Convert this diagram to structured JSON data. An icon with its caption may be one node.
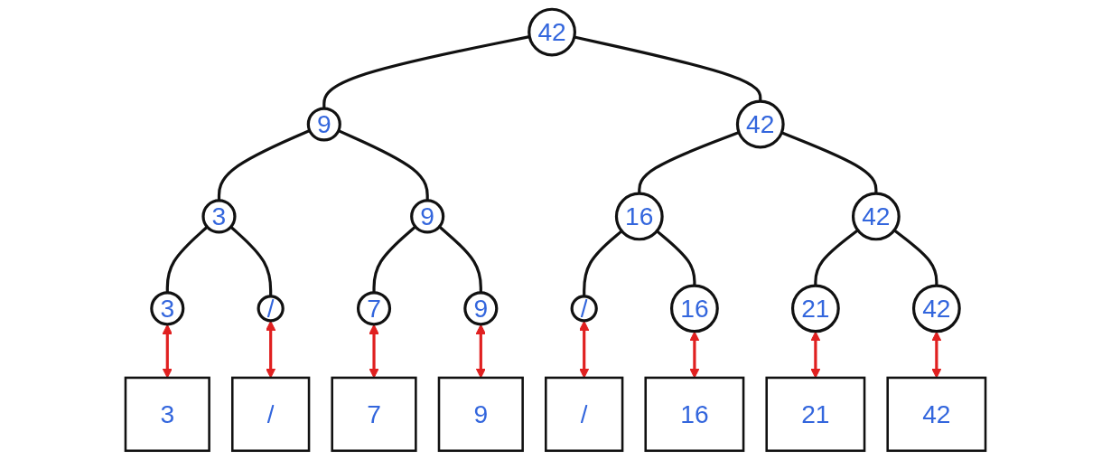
{
  "diagram": {
    "nodes": [
      {
        "text": [
          "42"
        ]
      },
      {
        "text": [
          "9"
        ]
      },
      {
        "text": [
          "42"
        ]
      },
      {
        "text": [
          "3"
        ]
      },
      {
        "text": [
          "9"
        ]
      },
      {
        "text": [
          "16"
        ]
      },
      {
        "text": [
          "42"
        ]
      },
      {
        "text": [
          "3"
        ]
      },
      {
        "text": [
          "/"
        ]
      },
      {
        "text": [
          "7"
        ]
      },
      {
        "text": [
          "9"
        ]
      },
      {
        "text": [
          "/"
        ]
      },
      {
        "text": [
          "16"
        ]
      },
      {
        "text": [
          "21"
        ]
      },
      {
        "text": [
          "42"
        ]
      },
      {
        "text": [
          "3"
        ]
      },
      {
        "text": [
          "/"
        ]
      },
      {
        "text": [
          "7"
        ]
      },
      {
        "text": [
          "9"
        ]
      },
      {
        "text": [
          "/"
        ]
      },
      {
        "text": [
          "16"
        ]
      },
      {
        "text": [
          "21"
        ]
      },
      {
        "text": [
          "42"
        ]
      }
    ],
    "edges": [
      {
        "from": 0,
        "to": 1,
        "arrow": "none"
      },
      {
        "from": 0,
        "to": 2,
        "arrow": "none"
      },
      {
        "from": 1,
        "to": 3,
        "arrow": "none"
      },
      {
        "from": 1,
        "to": 4,
        "arrow": "none"
      },
      {
        "from": 2,
        "to": 5,
        "arrow": "none"
      },
      {
        "from": 2,
        "to": 6,
        "arrow": "none"
      },
      {
        "from": 3,
        "to": 7,
        "arrow": "none"
      },
      {
        "from": 3,
        "to": 8,
        "arrow": "none"
      },
      {
        "from": 4,
        "to": 9,
        "arrow": "none"
      },
      {
        "from": 4,
        "to": 10,
        "arrow": "none"
      },
      {
        "from": 5,
        "to": 11,
        "arrow": "none"
      },
      {
        "from": 5,
        "to": 12,
        "arrow": "none"
      },
      {
        "from": 6,
        "to": 13,
        "arrow": "none"
      },
      {
        "from": 6,
        "to": 14,
        "arrow": "none"
      },
      {
        "from": 7,
        "to": 15,
        "arrow": "both",
        "color": "#e02020"
      },
      {
        "from": 8,
        "to": 16,
        "arrow": "both",
        "color": "#e02020"
      },
      {
        "from": 9,
        "to": 17,
        "arrow": "both",
        "color": "#e02020"
      },
      {
        "from": 10,
        "to": 18,
        "arrow": "both",
        "color": "#e02020"
      },
      {
        "from": 11,
        "to": 19,
        "arrow": "both",
        "color": "#e02020"
      },
      {
        "from": 12,
        "to": 20,
        "arrow": "both",
        "color": "#e02020"
      },
      {
        "from": 13,
        "to": 21,
        "arrow": "both",
        "color": "#e02020"
      },
      {
        "from": 14,
        "to": 22,
        "arrow": "both",
        "color": "#e02020"
      }
    ]
  }
}
